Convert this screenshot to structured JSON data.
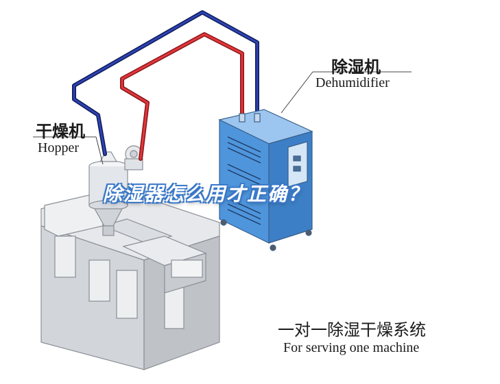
{
  "labels": {
    "dehumidifier_cn": "除湿机",
    "dehumidifier_en": "Dehumidifier",
    "hopper_cn": "干燥机",
    "hopper_en": "Hopper",
    "system_cn": "一对一除湿干燥系统",
    "system_en": "For serving one machine"
  },
  "title": "除湿器怎么用才正确？",
  "colors": {
    "return_pipe": "#1f2f8a",
    "supply_pipe": "#d8262a",
    "dehumidifier_body": "#4a8fd6",
    "title_outline": "#3a78c8"
  }
}
